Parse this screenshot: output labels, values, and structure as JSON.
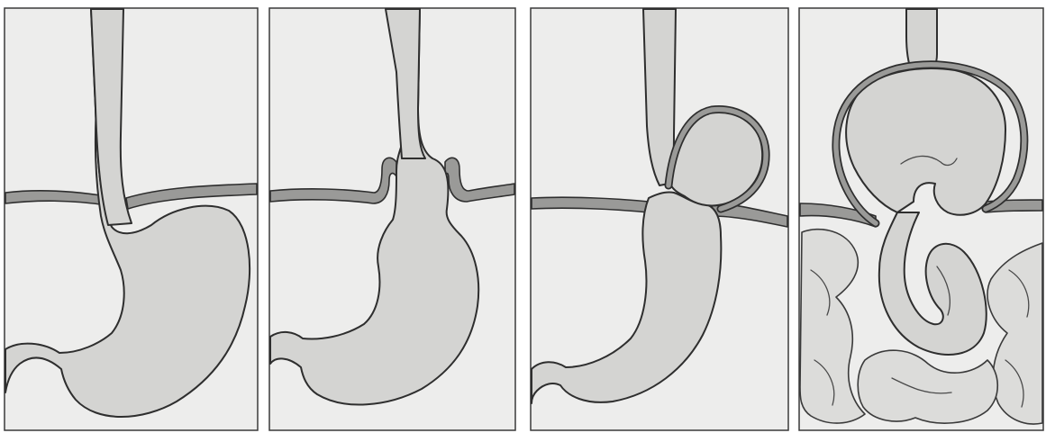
{
  "figure": {
    "panels": [
      {
        "id": "normal",
        "structures": [
          "esophagus",
          "diaphragm",
          "stomach",
          "duodenum"
        ]
      },
      {
        "id": "sliding-hiatal-hernia",
        "structures": [
          "esophagus",
          "diaphragm",
          "herniated-cardia",
          "stomach",
          "duodenum"
        ]
      },
      {
        "id": "paraesophageal-hernia",
        "structures": [
          "esophagus",
          "diaphragm",
          "hernia-sac",
          "stomach",
          "duodenum"
        ]
      },
      {
        "id": "mixed-giant-hernia",
        "structures": [
          "esophagus",
          "diaphragm",
          "hernia-sac",
          "herniated-stomach",
          "intestines"
        ]
      }
    ],
    "colors": {
      "panel_background": "#ededec",
      "organ_fill": "#d4d4d2",
      "diaphragm_fill": "#9a9a98",
      "outline": "#2e2e2e",
      "page_background": "#ffffff"
    }
  }
}
